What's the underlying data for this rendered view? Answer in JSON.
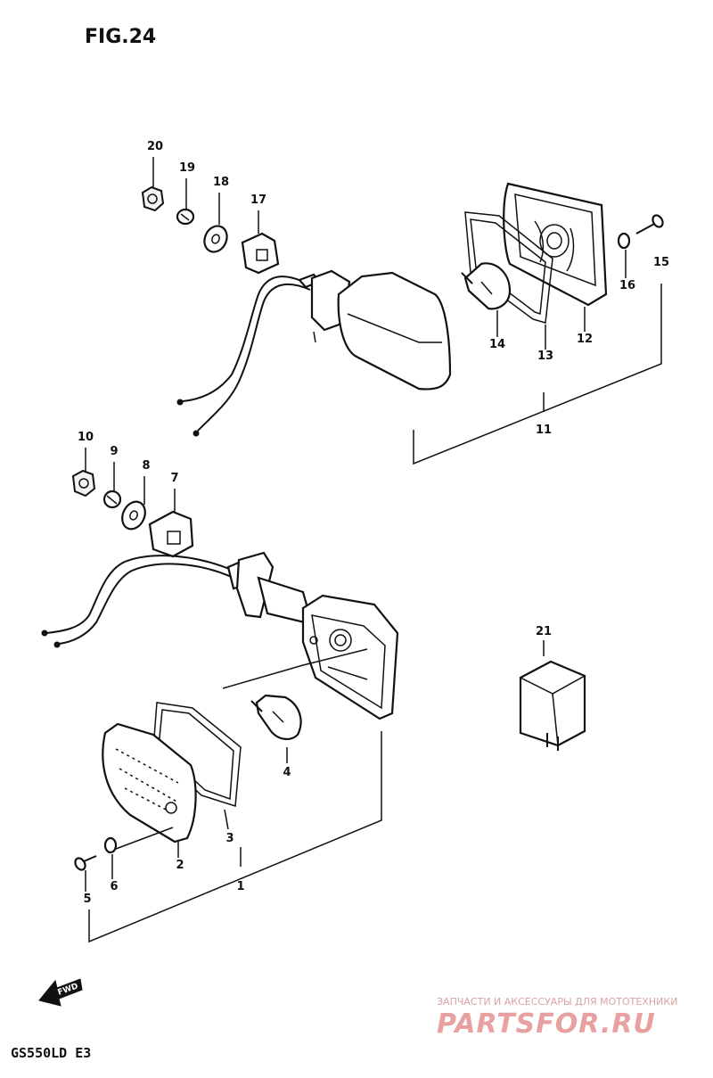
{
  "figure": {
    "title": "FIG.24"
  },
  "model": "GS550LD E3",
  "forward_marker": {
    "text": "FWD",
    "icon": "forward-arrow-icon"
  },
  "callouts": {
    "c1": "1",
    "c2": "2",
    "c3": "3",
    "c4": "4",
    "c5": "5",
    "c6": "6",
    "c7": "7",
    "c8": "8",
    "c9": "9",
    "c10": "10",
    "c11": "11",
    "c12": "12",
    "c13": "13",
    "c14": "14",
    "c15": "15",
    "c16": "16",
    "c17": "17",
    "c18": "18",
    "c19": "19",
    "c20": "20",
    "c21": "21"
  },
  "watermark": {
    "tagline": "ЗАПЧАСТИ И АКСЕССУАРЫ ДЛЯ МОТОТЕХНИКИ",
    "brand": "PARTSFOR.RU",
    "color": "#e8a0a0"
  }
}
